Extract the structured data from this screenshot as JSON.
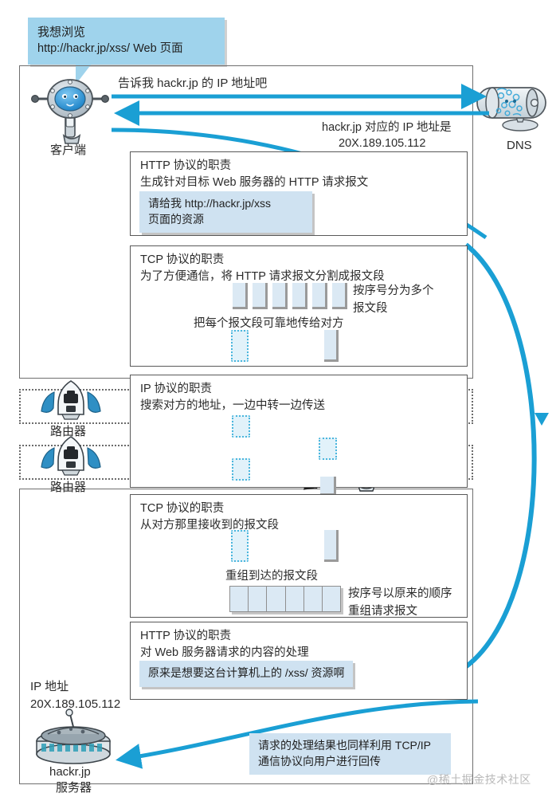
{
  "bubble": {
    "line1": "我想浏览",
    "line2": "http://hackr.jp/xss/ Web 页面"
  },
  "client": {
    "label": "客户端",
    "icon": "robot-client-icon"
  },
  "dns": {
    "label": "DNS",
    "icon": "dns-server-icon",
    "query_text": "告诉我 hackr.jp 的 IP 地址吧",
    "answer_line1": "hackr.jp 对应的 IP 地址是",
    "answer_line2": "20X.189.105.112"
  },
  "routers": [
    {
      "label": "路由器",
      "icon": "router-icon"
    },
    {
      "label": "路由器",
      "icon": "router-icon"
    }
  ],
  "boxes": {
    "http_request": {
      "title": "HTTP 协议的职责",
      "subtitle": "生成针对目标 Web 服务器的 HTTP 请求报文",
      "quote_line1": "请给我 http://hackr.jp/xss",
      "quote_line2": "页面的资源"
    },
    "tcp_split": {
      "title": "TCP 协议的职责",
      "subtitle": "为了方便通信，将 HTTP 请求报文分割成报文段",
      "note_line1": "按序号分为多个",
      "note_line2": "报文段",
      "caption": "把每个报文段可靠地传给对方",
      "segment_count": 6
    },
    "ip": {
      "title": "IP 协议的职责",
      "subtitle": "搜索对方的地址，一边中转一边传送"
    },
    "tcp_reassemble": {
      "title": "TCP 协议的职责",
      "subtitle": "从对方那里接收到的报文段",
      "caption": "重组到达的报文段",
      "note_line1": "按序号以原来的顺序",
      "note_line2": "重组请求报文",
      "segment_count": 6
    },
    "http_response": {
      "title": "HTTP 协议的职责",
      "subtitle": "对 Web 服务器请求的内容的处理",
      "quote": "原来是想要这台计算机上的 /xss/ 资源啊"
    }
  },
  "server": {
    "ip_label": "IP 地址",
    "ip_value": "20X.189.105.112",
    "name": "hackr.jp",
    "role": "服务器",
    "icon": "ufo-server-icon"
  },
  "return_note": {
    "line1": "请求的处理结果也同样利用 TCP/IP",
    "line2": "通信协议向用户进行回传"
  },
  "watermark": "@稀土掘金技术社区",
  "colors": {
    "accent_blue": "#1a9fd4",
    "bubble_blue": "#9fd3ec",
    "quote_blue": "#cfe2f1",
    "segment_blue": "#dbe9f4",
    "frame_gray": "#6f6f6f"
  }
}
